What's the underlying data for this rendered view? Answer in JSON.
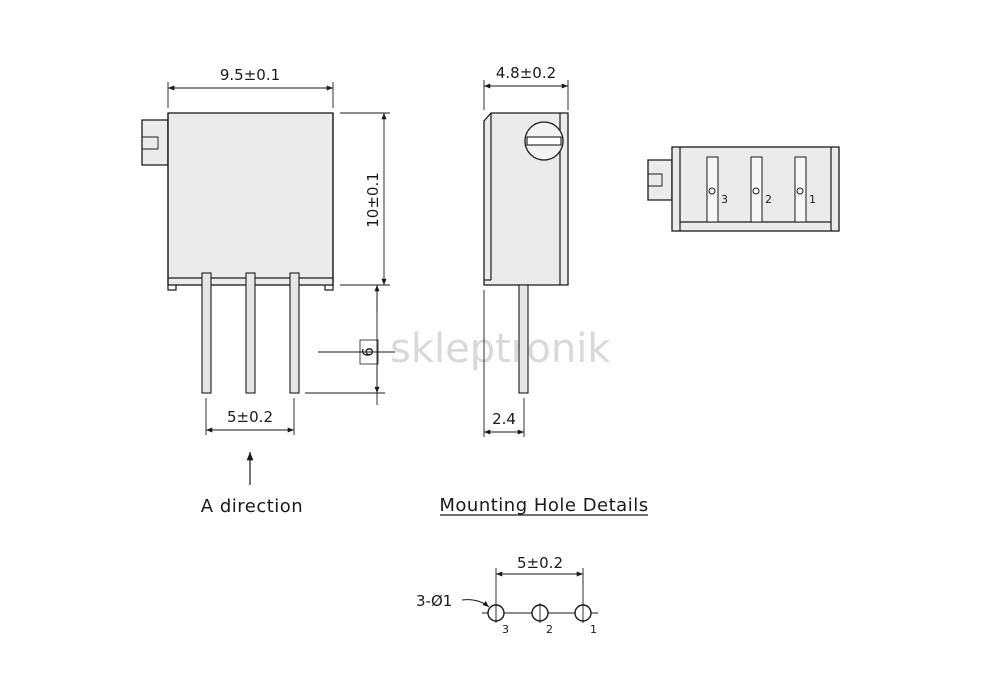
{
  "watermark": "skleptronik",
  "front_view": {
    "width_dim": "9.5±0.1",
    "height_dim": "10±0.1",
    "lead_dim": "6",
    "pitch_dim": "5±0.2",
    "direction_label": "A direction"
  },
  "side_view": {
    "depth_dim": "4.8±0.2",
    "lead_offset_dim": "2.4"
  },
  "bottom_view": {
    "pins": [
      "3",
      "2",
      "1"
    ]
  },
  "mounting": {
    "title": "Mounting Hole Details",
    "pitch_dim": "5±0.2",
    "hole_callout": "3-Ø1",
    "holes": [
      "3",
      "2",
      "1"
    ]
  }
}
